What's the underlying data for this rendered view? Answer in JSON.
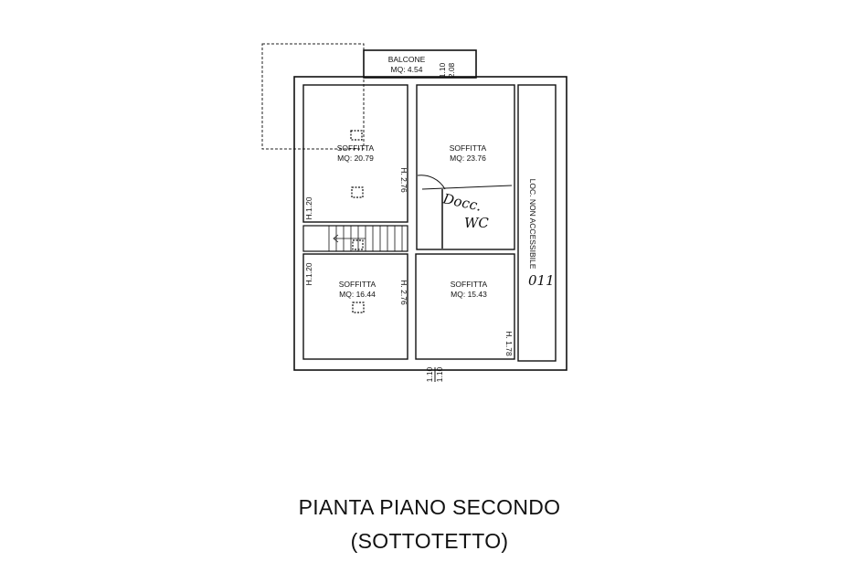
{
  "plan": {
    "balcony": {
      "name": "BALCONE",
      "area": "MQ: 4.54"
    },
    "rooms": [
      {
        "name": "SOFFITTA",
        "area": "MQ: 20.79"
      },
      {
        "name": "SOFFITTA",
        "area": "MQ: 23.76"
      },
      {
        "name": "SOFFITTA",
        "area": "MQ: 16.44"
      },
      {
        "name": "SOFFITTA",
        "area": "MQ: 15.43"
      }
    ],
    "inaccessible": "LOC. NON ACCESSIBILE",
    "heights": [
      "H.1.20",
      "H. 2.76",
      "H.1.20",
      "H. 2.76",
      "H. 1.78"
    ],
    "openings": {
      "top": [
        "1.10",
        "2.08"
      ],
      "bottom": [
        "1.10",
        "1.10"
      ]
    },
    "handwritten": [
      "Docc.",
      "WC",
      "011"
    ]
  },
  "title": {
    "line1": "PIANTA PIANO SECONDO",
    "line2": "(SOTTOTETTO)"
  }
}
